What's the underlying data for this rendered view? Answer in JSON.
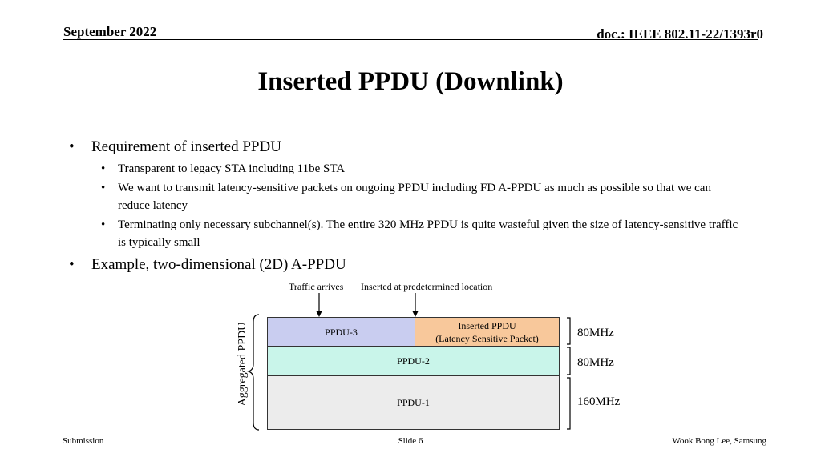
{
  "header": {
    "date": "September 2022",
    "doc": "doc.: IEEE 802.11-22/1393r0"
  },
  "title": "Inserted PPDU (Downlink)",
  "bullets": [
    {
      "text": "Requirement of inserted PPDU",
      "sub": [
        "Transparent to legacy STA including 11be STA",
        "We want to transmit latency-sensitive packets on ongoing PPDU including FD A-PPDU as much as possible so that we can reduce latency",
        "Terminating only necessary subchannel(s). The entire 320 MHz PPDU is quite wasteful given the size of latency-sensitive traffic is typically small"
      ]
    },
    {
      "text": "Example, two-dimensional (2D) A-PPDU"
    }
  ],
  "diagram": {
    "traffic_label": "Traffic arrives",
    "inserted_label": "Inserted at predetermined location",
    "aggregated_label": "Aggregated PPDU",
    "ppdu3": "PPDU-3",
    "inserted_line1": "Inserted PPDU",
    "inserted_line2": "(Latency Sensitive Packet)",
    "ppdu2": "PPDU-2",
    "ppdu1": "PPDU-1",
    "freq": [
      "80MHz",
      "80MHz",
      "160MHz"
    ],
    "colors": {
      "ppdu3": "#c9cdf0",
      "inserted": "#f8c89b",
      "ppdu2": "#c9f5ea",
      "ppdu1": "#ececec"
    }
  },
  "footer": {
    "left": "Submission",
    "center": "Slide 6",
    "right": "Wook Bong Lee, Samsung"
  }
}
